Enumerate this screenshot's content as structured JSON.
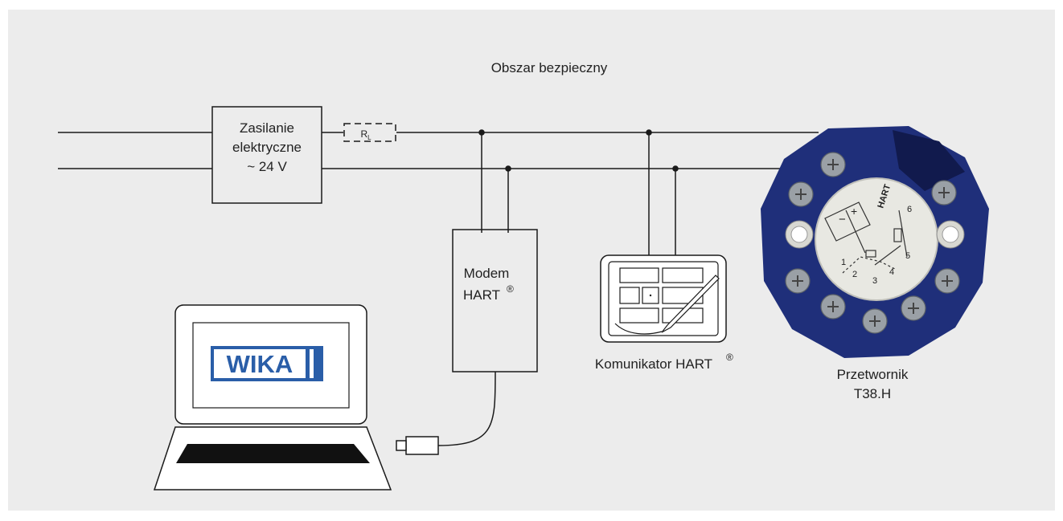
{
  "area_label": "Obszar bezpieczny",
  "power_supply": {
    "line1": "Zasilanie",
    "line2": "elektryczne",
    "line3": "~ 24 V"
  },
  "load_resistor": {
    "symbol": "R",
    "subscript": "L"
  },
  "modem": {
    "line1": "Modem",
    "line2": "HART",
    "mark": "®"
  },
  "communicator": {
    "label": "Komunikator HART",
    "mark": "®"
  },
  "transmitter": {
    "line1": "Przetwornik",
    "line2": "T38.H",
    "brand": "HART",
    "terminals": [
      "1",
      "2",
      "3",
      "4",
      "5",
      "6"
    ]
  },
  "laptop": {
    "logo_text": "WIKA",
    "logo_color": "#2a5ea8"
  },
  "colors": {
    "background": "#ececec",
    "line": "#1a1a1a",
    "transmitter_body": "#1f2f7a",
    "transmitter_dark": "#111a4d",
    "screw": "#9aa0a6",
    "face": "#e8e8e2"
  }
}
